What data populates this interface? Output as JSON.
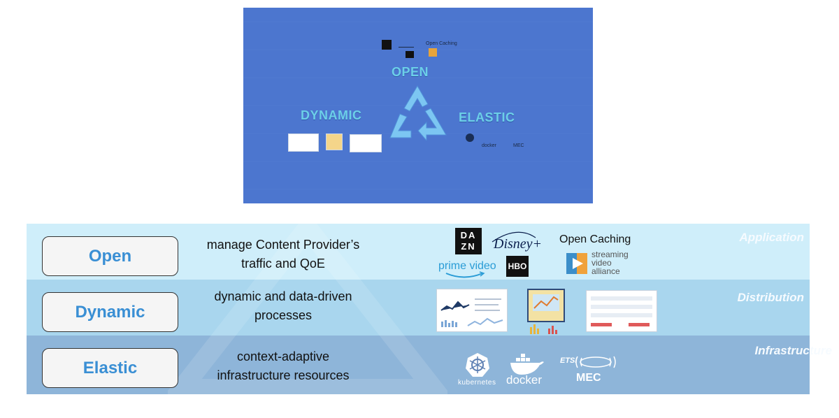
{
  "hero": {
    "words": {
      "open": "OPEN",
      "dynamic": "DYNAMIC",
      "elastic": "ELASTIC"
    },
    "mini_labels": {
      "open_caching": "Open Caching",
      "docker": "docker",
      "mec": "MEC"
    },
    "colors": {
      "background": "#4c76cf",
      "accent": "#6ccfe8"
    }
  },
  "rows": [
    {
      "pill": "Open",
      "description_lines": [
        "manage Content Provider’s",
        "traffic and QoE"
      ],
      "layer": "Application"
    },
    {
      "pill": "Dynamic",
      "description_lines": [
        "dynamic and data-driven",
        "processes"
      ],
      "layer": "Distribution"
    },
    {
      "pill": "Elastic",
      "description_lines": [
        "context-adaptive",
        "infrastructure resources"
      ],
      "layer": "Infrastructure"
    }
  ],
  "logos": {
    "dazn": [
      "DA",
      "ZN"
    ],
    "disney": "Disney+",
    "prime_video": "prime video",
    "hbo": "HBO",
    "open_caching": "Open Caching",
    "streaming_video_alliance": [
      "streaming",
      "video",
      "alliance"
    ],
    "kubernetes": "kubernetes",
    "docker": "docker",
    "etsi": "ETSI",
    "mec": "MEC"
  },
  "colors": {
    "band_top": "#cfeefa",
    "band_mid": "#a9d6ee",
    "band_bot": "#8eb5d9",
    "pill_text": "#3a8fd4"
  }
}
